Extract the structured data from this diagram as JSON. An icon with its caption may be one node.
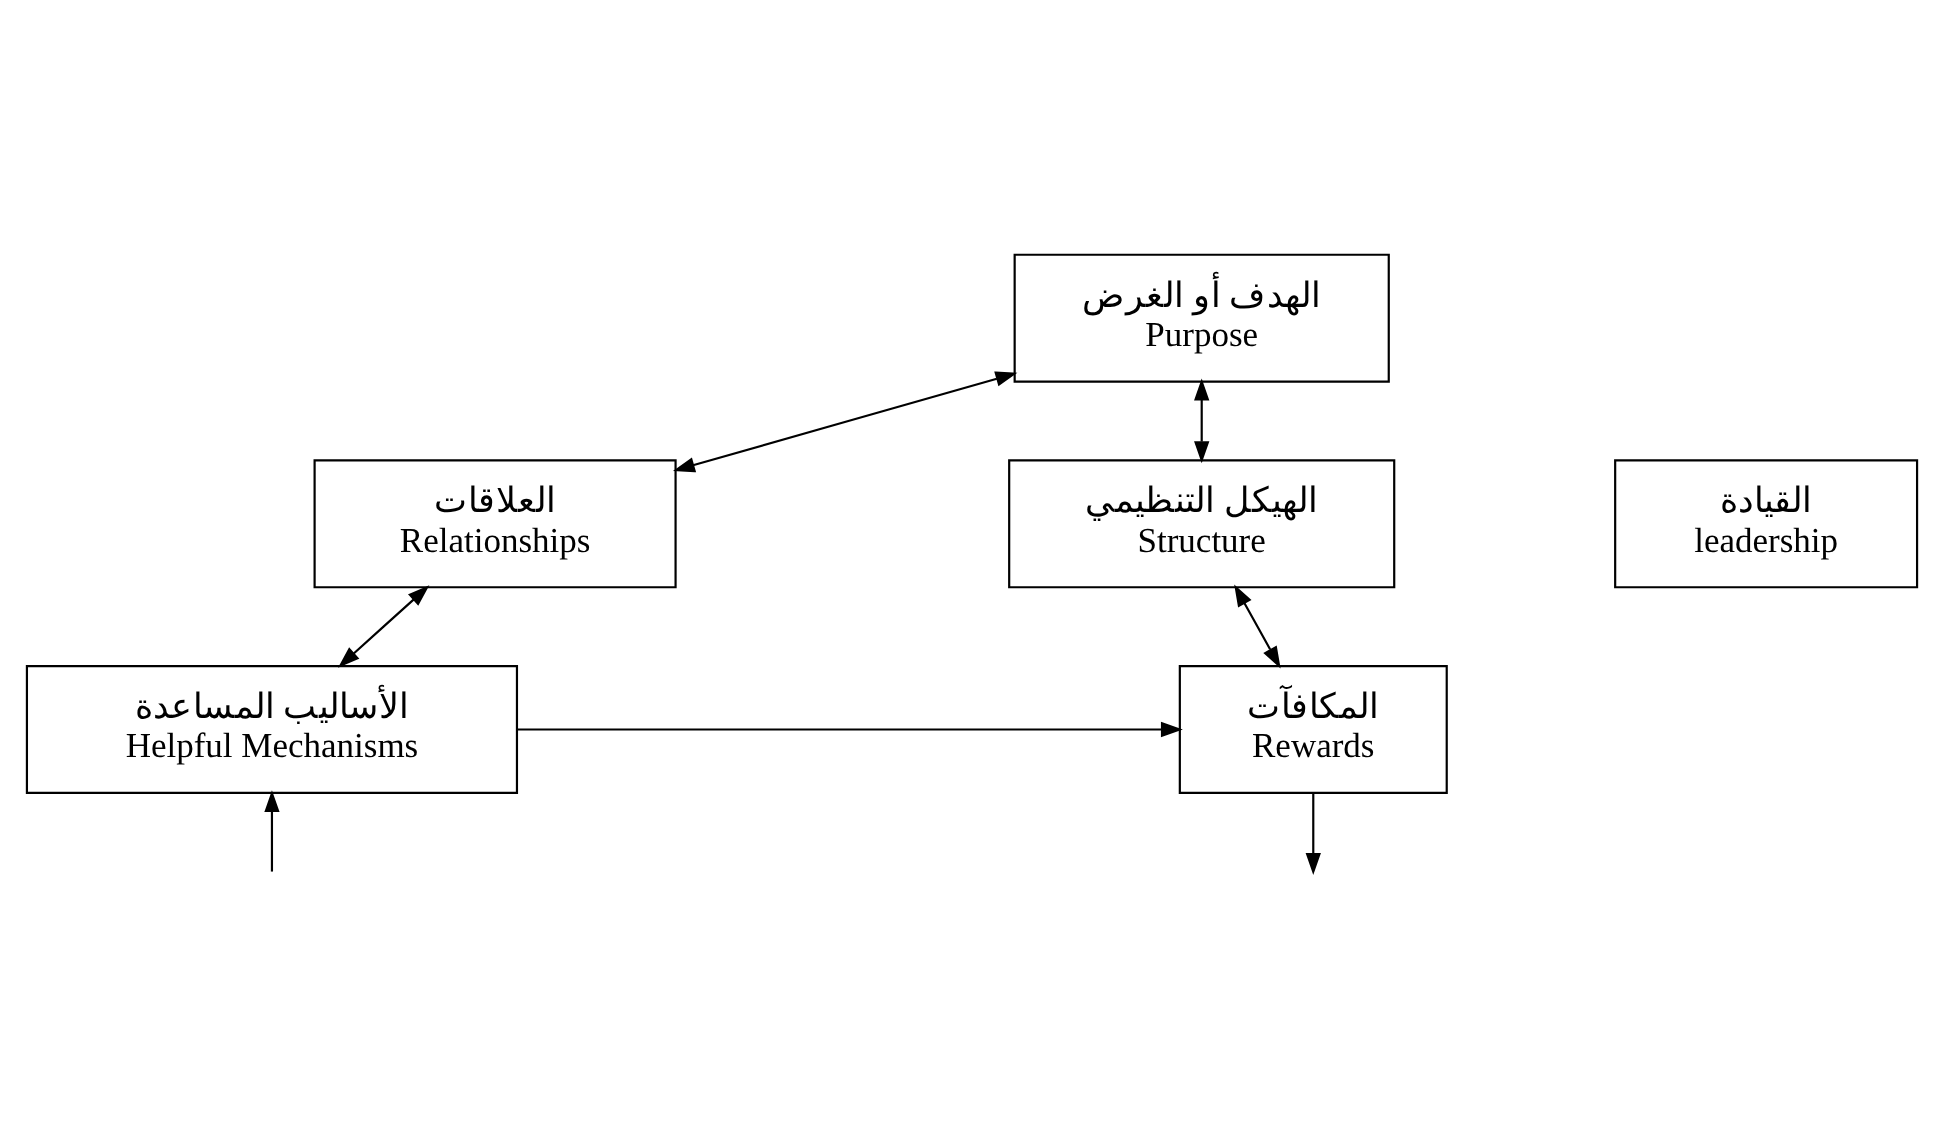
{
  "diagram": {
    "nodes": [
      {
        "text": [
          "الهدف أو الغرض",
          "Purpose"
        ]
      },
      {
        "text": [
          "العلاقات",
          "Relationships"
        ]
      },
      {
        "text": [
          "الهيكل التنظيمي",
          "Structure"
        ]
      },
      {
        "text": [
          "القيادة",
          "leadership"
        ]
      },
      {
        "text": [
          "الأساليب المساعدة",
          "Helpful Mechanisms"
        ]
      },
      {
        "text": [
          "المكافآت",
          "Rewards"
        ]
      }
    ],
    "edges": [
      {
        "from": 0,
        "to": 1,
        "arrow": "both"
      },
      {
        "from": 0,
        "to": 2,
        "arrow": "both"
      },
      {
        "from": 1,
        "to": 4,
        "arrow": "both"
      },
      {
        "from": 2,
        "to": 5,
        "arrow": "both"
      },
      {
        "from": 4,
        "to": 5,
        "arrow": "to"
      },
      {
        "from": null,
        "to": 4,
        "arrow": "to"
      },
      {
        "from": 5,
        "to": null,
        "arrow": "to"
      }
    ]
  }
}
